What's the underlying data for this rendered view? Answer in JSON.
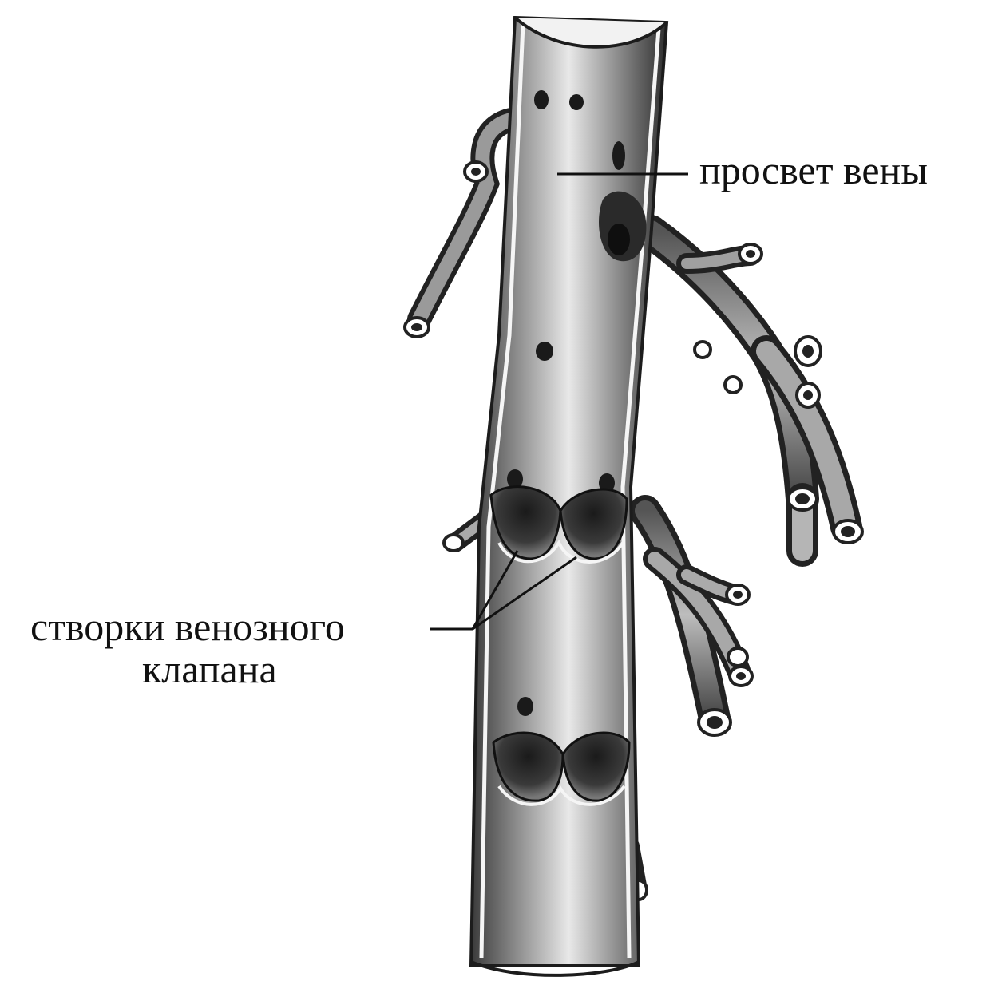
{
  "labels": {
    "lumen": "просвет вены",
    "valve_line1": "створки венозного",
    "valve_line2": "клапана"
  },
  "colors": {
    "ink": "#111111",
    "vein_mid": "#8a8a8a",
    "vein_dark": "#3a3a3a",
    "background": "#ffffff"
  }
}
